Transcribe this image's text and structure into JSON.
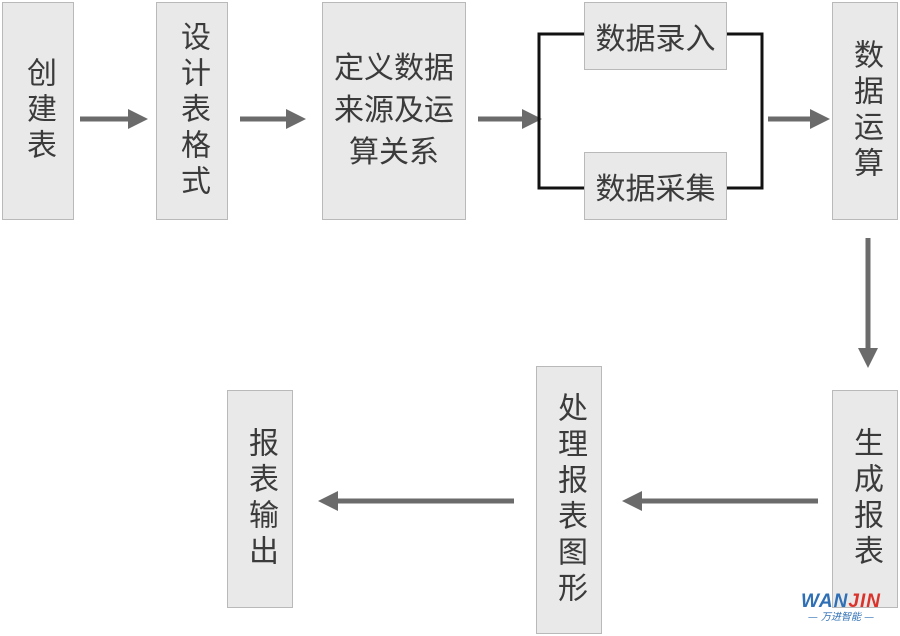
{
  "nodes": {
    "create_table": "创建表",
    "design_format": "设计表格式",
    "define_source": "定义数据来源及运算关系",
    "data_entry": "数据录入",
    "data_collection": "数据采集",
    "data_calc": "数据运算",
    "generate_report": "生成报表",
    "process_chart": "处理报表图形",
    "report_output": "报表输出"
  },
  "watermark": {
    "brand_part1": "WAN",
    "brand_part2": "JIN",
    "tagline": "— 万进智能 —"
  },
  "colors": {
    "box_fill": "#e9e9e9",
    "box_border": "#b9b9b9",
    "arrow": "#6b6b6b",
    "bracket": "#111111"
  }
}
